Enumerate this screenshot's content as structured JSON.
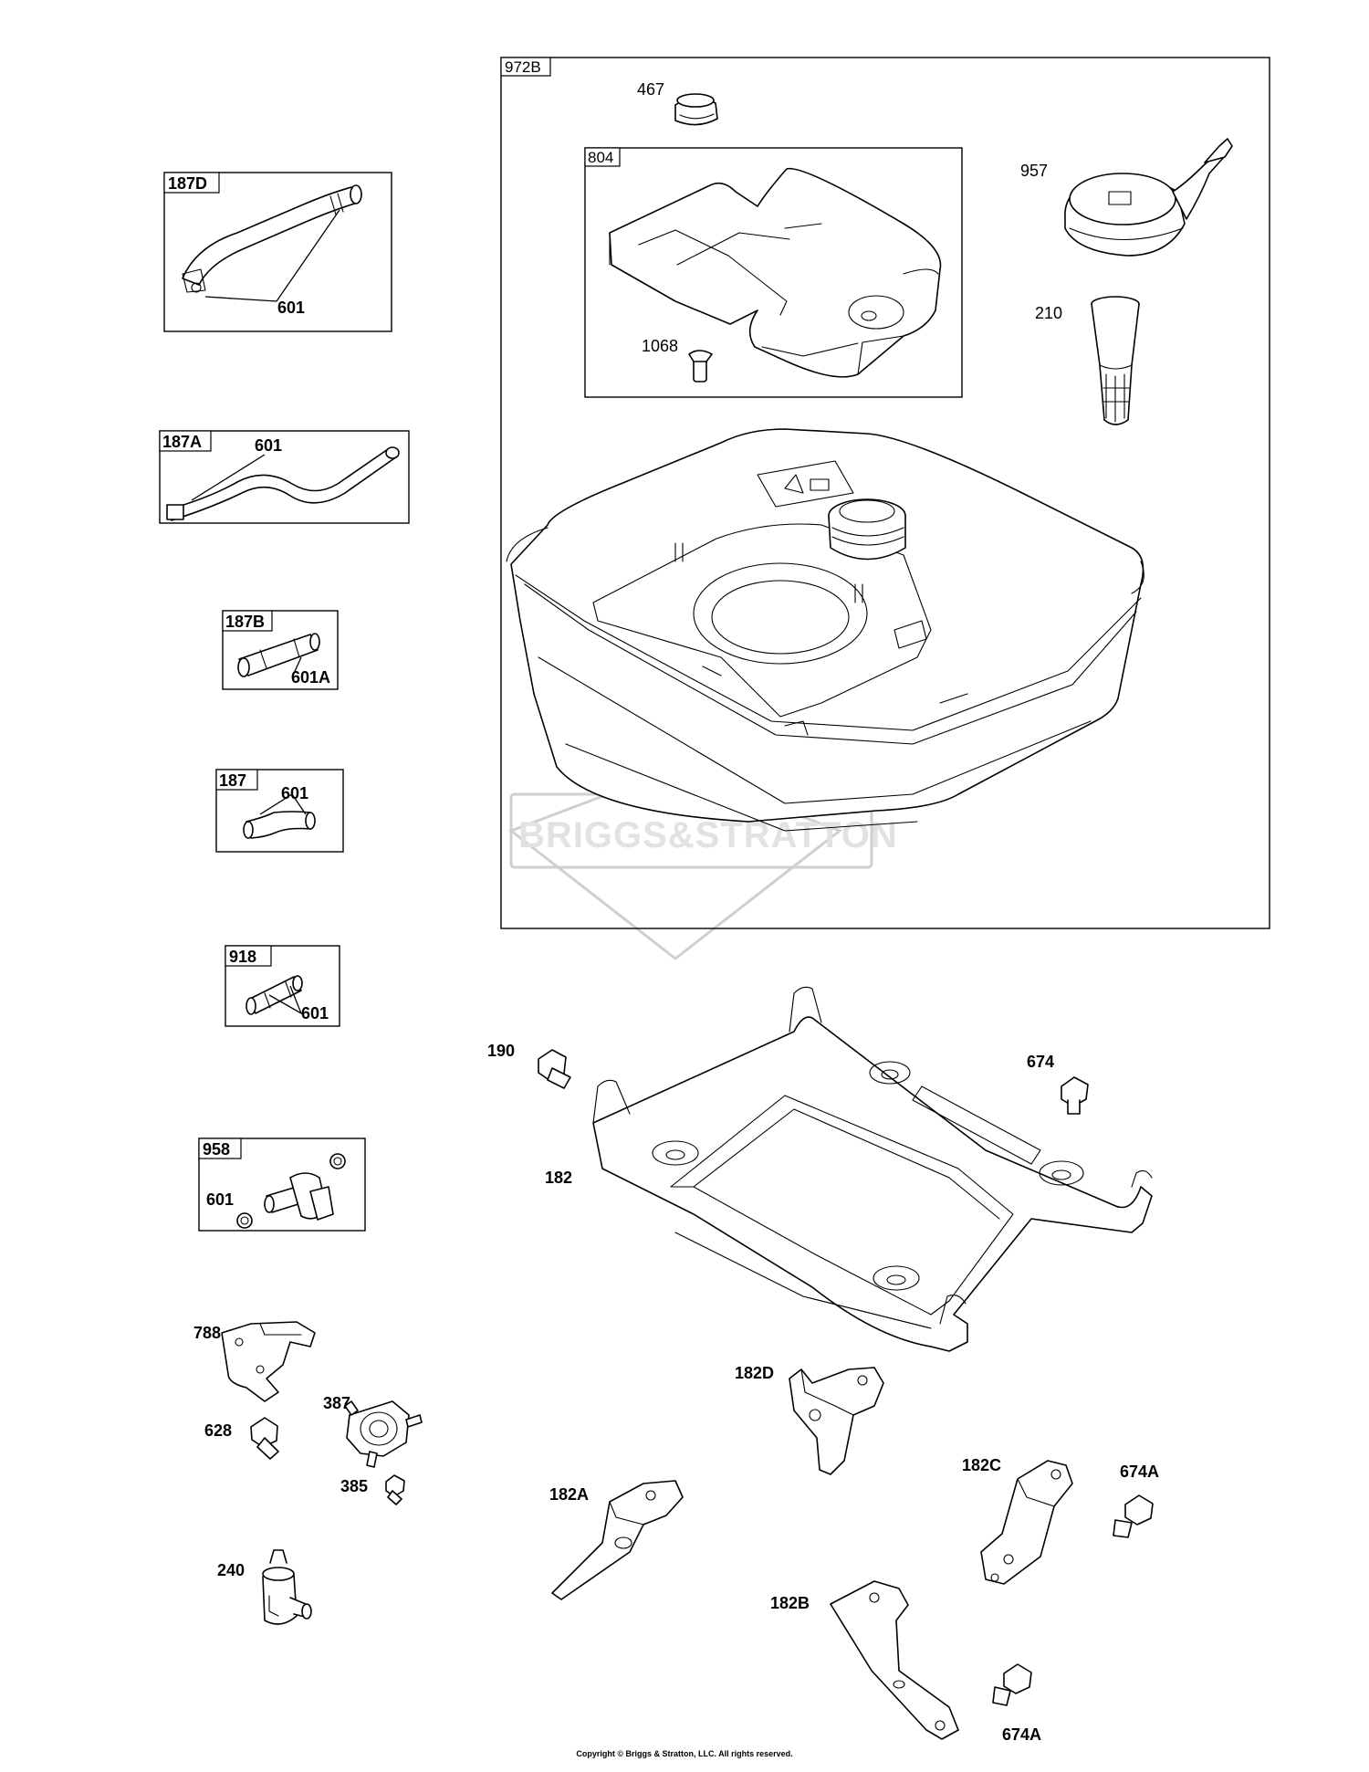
{
  "boxes": {
    "b972B": "972B",
    "b804": "804",
    "b187D": "187D",
    "b187A": "187A",
    "b187B": "187B",
    "b187": "187",
    "b918": "918",
    "b958": "958"
  },
  "callouts": {
    "c467": "467",
    "c957": "957",
    "c210": "210",
    "c1068": "1068",
    "c601_187D": "601",
    "c601_187A": "601",
    "c601A": "601A",
    "c601_187": "601",
    "c601_918": "601",
    "c601_958": "601",
    "c190": "190",
    "c674": "674",
    "c182": "182",
    "c788": "788",
    "c387": "387",
    "c628": "628",
    "c385": "385",
    "c182D": "182D",
    "c182C": "182C",
    "c674A_1": "674A",
    "c182A": "182A",
    "c240": "240",
    "c182B": "182B",
    "c674A_2": "674A"
  },
  "watermark": "BRIGGS&STRATTON",
  "copyright": "Copyright © Briggs & Stratton, LLC. All rights reserved."
}
